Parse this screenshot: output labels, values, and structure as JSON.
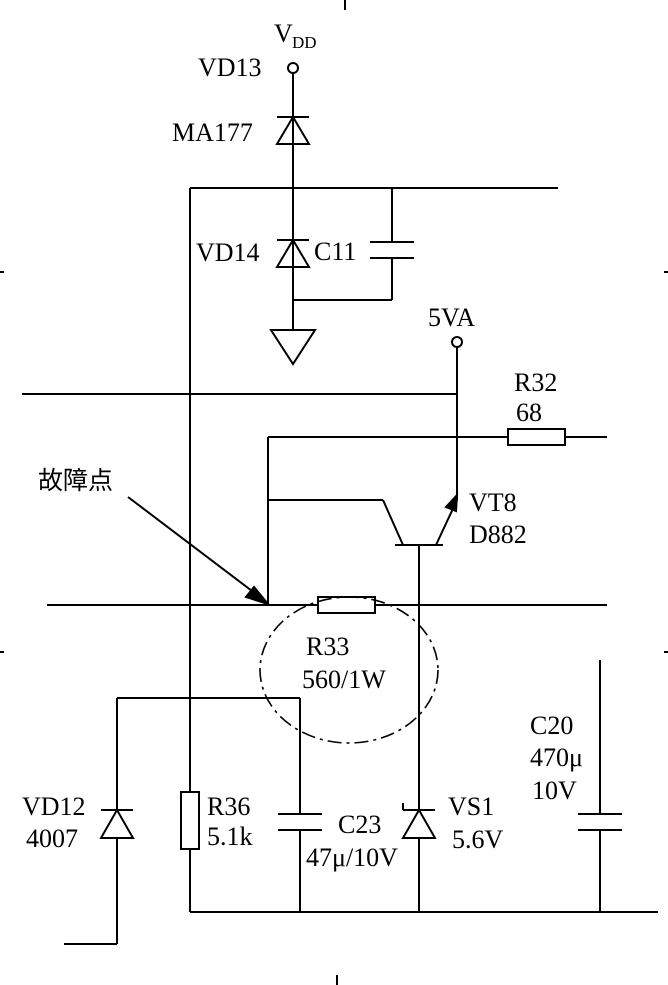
{
  "supply": {
    "vdd_main": "V",
    "vdd_sub": "DD",
    "five_va": "5VA"
  },
  "fault_point_label": "故障点",
  "components": {
    "vd13": {
      "ref": "VD13",
      "value": "MA177"
    },
    "vd14": {
      "ref": "VD14"
    },
    "c11": {
      "ref": "C11"
    },
    "r32": {
      "ref": "R32",
      "value": "68"
    },
    "vt8": {
      "ref": "VT8",
      "value": "D882"
    },
    "r33": {
      "ref": "R33",
      "value": "560/1W"
    },
    "c20": {
      "ref": "C20",
      "value": "470μ",
      "voltage": "10V"
    },
    "vd12": {
      "ref": "VD12",
      "value": "4007"
    },
    "r36": {
      "ref": "R36",
      "value": "5.1k"
    },
    "c23": {
      "ref": "C23",
      "value": "47μ/10V"
    },
    "vs1": {
      "ref": "VS1",
      "value": "5.6V"
    }
  }
}
